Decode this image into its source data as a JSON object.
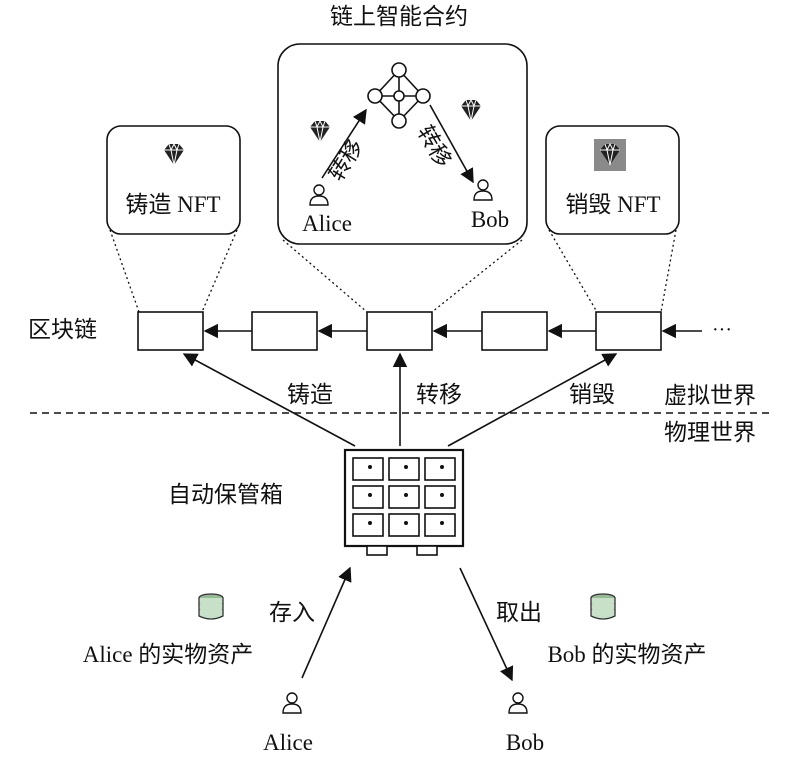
{
  "title": "链上智能合约",
  "contract": {
    "alice": "Alice",
    "bob": "Bob",
    "transfer_left": "转移",
    "transfer_right": "转移"
  },
  "mint_card": {
    "label": "铸造 NFT"
  },
  "burn_card": {
    "label": "销毁 NFT"
  },
  "blockchain": {
    "label": "区块链",
    "ellipsis": "···"
  },
  "flows": {
    "mint": "铸造",
    "transfer": "转移",
    "burn": "销毁"
  },
  "worlds": {
    "virtual": "虚拟世界",
    "physical": "物理世界"
  },
  "locker": {
    "label": "自动保管箱"
  },
  "physical": {
    "deposit": "存入",
    "withdraw": "取出",
    "alice_asset": "Alice 的实物资产",
    "bob_asset": "Bob 的实物资产",
    "alice": "Alice",
    "bob": "Bob"
  }
}
